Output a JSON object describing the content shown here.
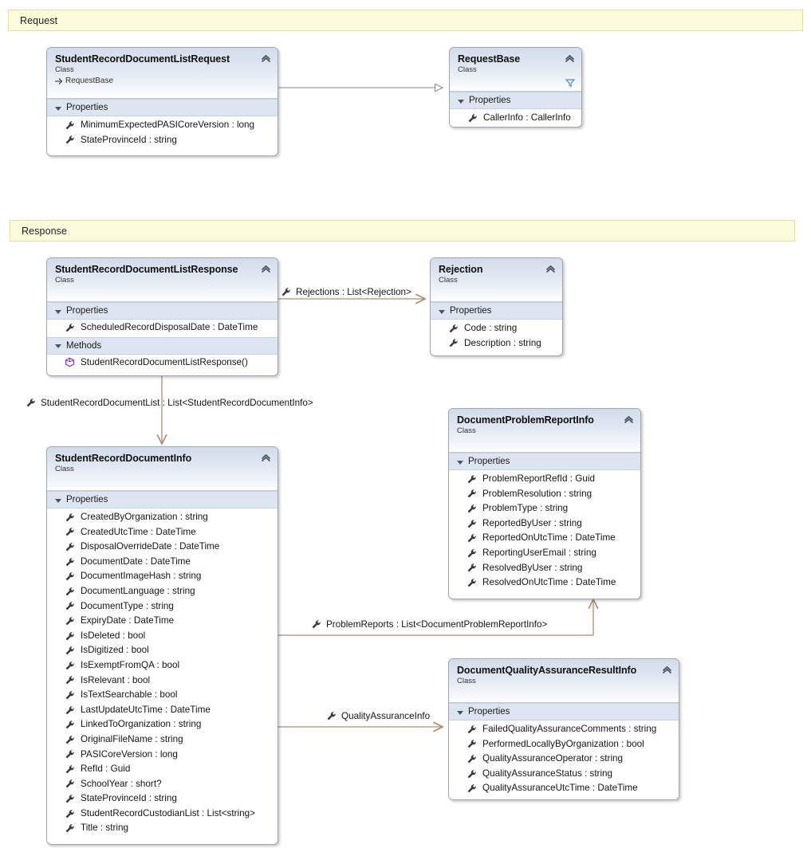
{
  "diagram": {
    "title_request": "Request",
    "title_response": "Response"
  },
  "banners": [
    {
      "name": "request-banner",
      "label": "Request"
    },
    {
      "name": "response-banner",
      "label": "Response"
    }
  ],
  "classes": {
    "student_record_document_list_request": {
      "title": "StudentRecordDocumentListRequest",
      "stereotype": "Class",
      "base": "RequestBase",
      "properties_label": "Properties",
      "properties": [
        "MinimumExpectedPASICoreVersion : long",
        "StateProvinceId : string"
      ]
    },
    "request_base": {
      "title": "RequestBase",
      "stereotype": "Class",
      "properties_label": "Properties",
      "properties": [
        "CallerInfo : CallerInfo"
      ]
    },
    "student_record_document_list_response": {
      "title": "StudentRecordDocumentListResponse",
      "stereotype": "Class",
      "properties_label": "Properties",
      "properties": [
        "ScheduledRecordDisposalDate : DateTime"
      ],
      "methods_label": "Methods",
      "methods": [
        "StudentRecordDocumentListResponse()"
      ]
    },
    "rejection": {
      "title": "Rejection",
      "stereotype": "Class",
      "properties_label": "Properties",
      "properties": [
        "Code : string",
        "Description : string"
      ]
    },
    "student_record_document_info": {
      "title": "StudentRecordDocumentInfo",
      "stereotype": "Class",
      "properties_label": "Properties",
      "properties": [
        "CreatedByOrganization : string",
        "CreatedUtcTime : DateTime",
        "DisposalOverrideDate : DateTime",
        "DocumentDate : DateTime",
        "DocumentImageHash : string",
        "DocumentLanguage : string",
        "DocumentType : string",
        "ExpiryDate : DateTime",
        "IsDeleted : bool",
        "IsDigitized : bool",
        "IsExemptFromQA : bool",
        "IsRelevant : bool",
        "IsTextSearchable : bool",
        "LastUpdateUtcTime : DateTime",
        "LinkedToOrganization : string",
        "OriginalFileName : string",
        "PASICoreVersion : long",
        "RefId : Guid",
        "SchoolYear : short?",
        "StateProvinceId : string",
        "StudentRecordCustodianList : List<string>",
        "Title : string"
      ]
    },
    "document_problem_report_info": {
      "title": "DocumentProblemReportInfo",
      "stereotype": "Class",
      "properties_label": "Properties",
      "properties": [
        "ProblemReportRefId : Guid",
        "ProblemResolution : string",
        "ProblemType : string",
        "ReportedByUser : string",
        "ReportedOnUtcTime : DateTime",
        "ReportingUserEmail : string",
        "ResolvedByUser : string",
        "ResolvedOnUtcTime : DateTime"
      ]
    },
    "document_quality_assurance_result_info": {
      "title": "DocumentQualityAssuranceResultInfo",
      "stereotype": "Class",
      "properties_label": "Properties",
      "properties": [
        "FailedQualityAssuranceComments : string",
        "PerformedLocallyByOrganization : bool",
        "QualityAssuranceOperator : string",
        "QualityAssuranceStatus : string",
        "QualityAssuranceUtcTime : DateTime"
      ]
    }
  },
  "associations": [
    {
      "name": "rejections-association",
      "label": "Rejections : List<Rejection>"
    },
    {
      "name": "student-record-document-list-association",
      "label": "StudentRecordDocumentList : List<StudentRecordDocumentInfo>"
    },
    {
      "name": "problem-reports-association",
      "label": "ProblemReports : List<DocumentProblemReportInfo>"
    },
    {
      "name": "quality-assurance-info-association",
      "label": "QualityAssuranceInfo"
    }
  ],
  "colors": {
    "banner_fill": "#fcfbdc",
    "banner_border": "#e3dfa0",
    "class_border": "#9fa6ae",
    "header_gradient_top": "#d3dceb",
    "section_bar": "#dde5f0",
    "association_line": "#b08d72",
    "inheritance_line": "#878787",
    "property_icon": "#4a4a4a",
    "method_icon": "#8a2be2"
  },
  "icons": {
    "property": "wrench-icon",
    "method": "cube-icon",
    "collapse": "chevron-up-icon",
    "filter": "funnel-icon",
    "inherits": "arrow-right-icon"
  }
}
